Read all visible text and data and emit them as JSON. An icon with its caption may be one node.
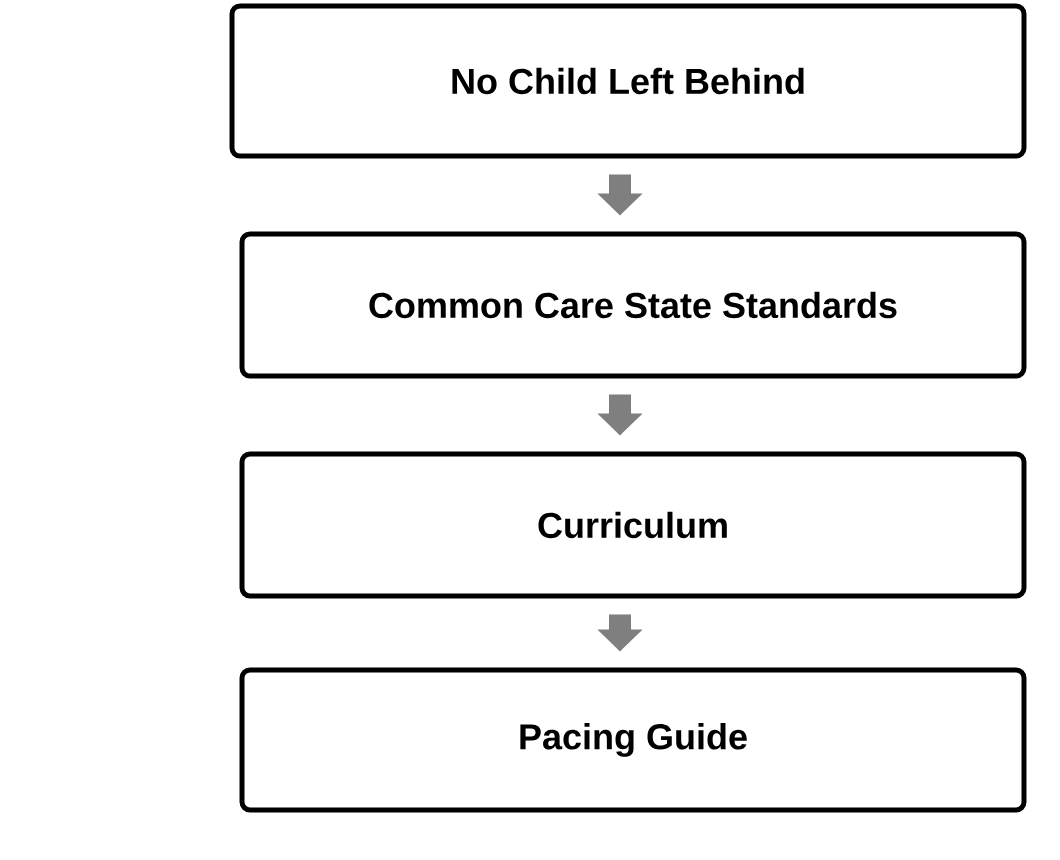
{
  "diagram": {
    "nodes": [
      {
        "text": [
          "No Child Left Behind"
        ]
      },
      {
        "text": [
          "Common Care State Standards"
        ]
      },
      {
        "text": [
          "Curriculum"
        ]
      },
      {
        "text": [
          "Pacing Guide"
        ]
      }
    ],
    "edges": [
      {
        "from": 0,
        "to": 1,
        "arrow": "to"
      },
      {
        "from": 1,
        "to": 2,
        "arrow": "to"
      },
      {
        "from": 2,
        "to": 3,
        "arrow": "to"
      }
    ]
  }
}
